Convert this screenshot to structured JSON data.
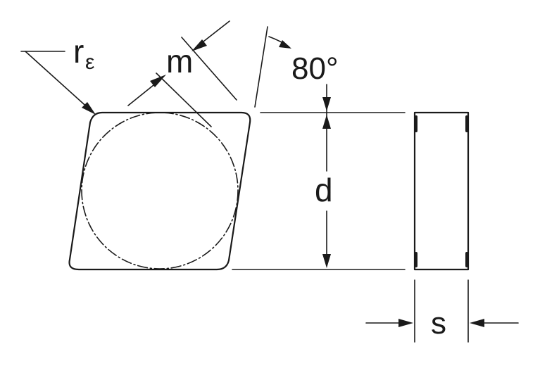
{
  "labels": {
    "corner_radius": "r",
    "corner_radius_subscript": "ε",
    "m": "m",
    "angle": "80°",
    "inscribed_circle": "d",
    "thickness": "s"
  }
}
